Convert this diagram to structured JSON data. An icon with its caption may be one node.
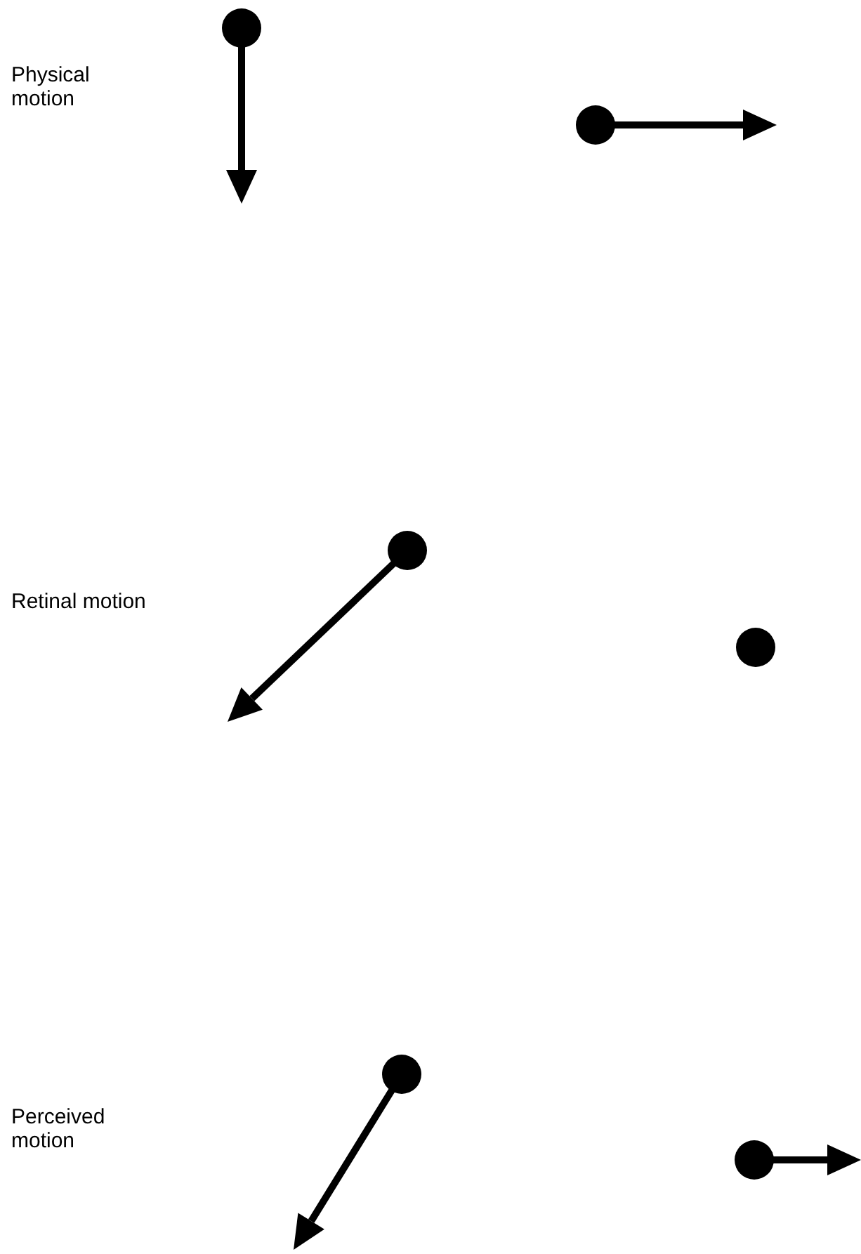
{
  "diagram": {
    "labels": [
      "Physical motion",
      "Retinal motion",
      "Perceived motion"
    ]
  }
}
